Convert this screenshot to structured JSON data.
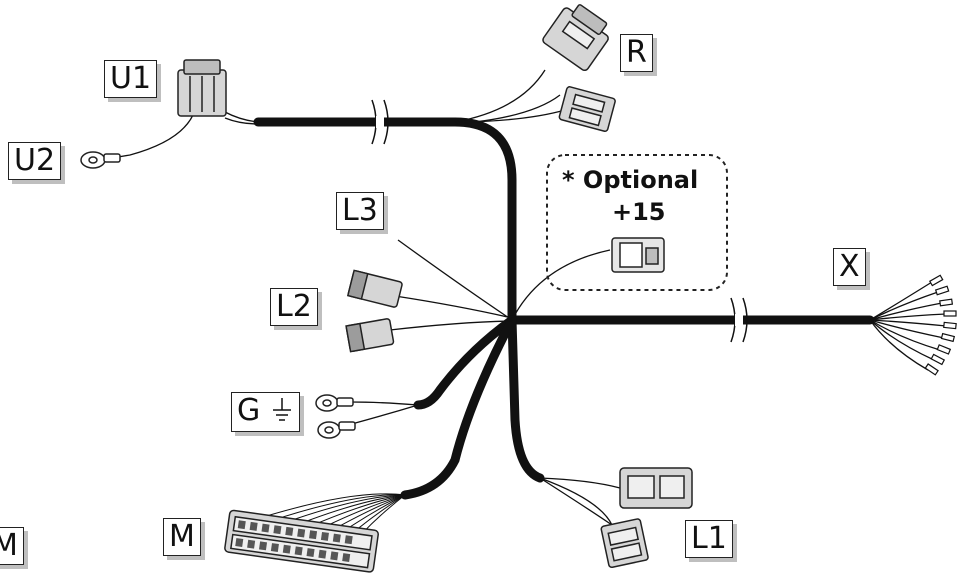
{
  "labels": {
    "u1": "U1",
    "u2": "U2",
    "r": "R",
    "l3": "L3",
    "l2": "L2",
    "l1": "L1",
    "g": "G",
    "m": "M",
    "m_edge": "M",
    "x": "X"
  },
  "optional_box": {
    "title": "Optional",
    "value": "+15",
    "marker": "*"
  },
  "colors": {
    "cable": "#111111",
    "connector_fill": "#dcdcdc",
    "connector_stroke": "#222222",
    "label_shadow": "#bfbfbf"
  }
}
